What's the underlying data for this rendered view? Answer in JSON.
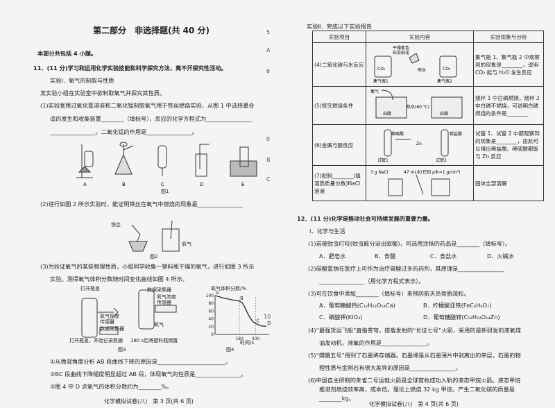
{
  "left": {
    "title": "第二部分　非选择题(共 40 分)",
    "intro": "本部分共包括 4 小题。",
    "q11_head": "11．(11 分)学习和运用化学实验技能和科学探究方法，离不开探究性活动。",
    "exp1": "实验Ⅰ．氧气的制取与性质",
    "exp1_desc": "某实验小组在实验室中欲制取氧气并探究其性质。",
    "q1_a": "(1)实验室用过氧化氢溶液和二氧化锰制取氧气用于铁丝燃烧实验，从图 1 中选择最合",
    "q1_b": "适的发生和收集装置________（填标号），反应的化学方程式为________________",
    "q1_c": "________________。二氧化锰的作用是________________。",
    "fig1_labels": [
      "A",
      "B",
      "C",
      "D",
      "E"
    ],
    "fig1_caption": "图1",
    "q2": "(2)进行如图 2 所示实验时，能证明铁丝在氧气中燃烧的现象是________________",
    "fig2_labels": [
      "铁丝",
      "氧气"
    ],
    "fig2_caption": "图2",
    "q3_a": "(3)为验证氧气的某些物理性质，小组同学收集一塑料瓶干燥的氧气，进行如图 3 所示",
    "q3_b": "实验。测得氧气体积分数随时间变化曲线如图 4 所示。",
    "fig3_labels": [
      "打开瓶盖",
      "氧气探度",
      "传感器",
      "数据采集器",
      "氧气浓度",
      "传感器",
      "氧气",
      "数据采集器"
    ],
    "fig3_captions": [
      "打开瓶盖，开始记录数据",
      "180 s后将塑料瓶倒置"
    ],
    "fig3_caption": "图3",
    "fig4_ylabel": "氧气体积分数/%",
    "fig4_xlabel": "时间/s",
    "fig4_caption": "图4",
    "q3_i": "①从微观角度分析 AB 段曲线下降的原因是________________________。",
    "q3_ii": "②BC 段曲线下降幅度明显超过 AB 段，体现氧气的性质是________________。",
    "q3_iii": "③图 4 中 D 点氧气的体积分数约为________%。",
    "footer": "化学模拟试卷(八)　第 3 页(共 6 页)"
  },
  "chart_data": {
    "type": "line",
    "title": "",
    "ylabel": "氧气体积分数/%",
    "xlabel": "时间/s",
    "yticks": [
      0,
      20,
      40,
      60,
      80,
      100
    ],
    "xticks": [
      180,
      300
    ],
    "ylim": [
      0,
      100
    ],
    "xlim": [
      0,
      400
    ],
    "points": [
      [
        0,
        100
      ],
      [
        30,
        97
      ],
      [
        60,
        94
      ],
      [
        100,
        91
      ],
      [
        140,
        88
      ],
      [
        180,
        86
      ],
      [
        200,
        82
      ],
      [
        220,
        70
      ],
      [
        240,
        55
      ],
      [
        260,
        42
      ],
      [
        280,
        33
      ],
      [
        300,
        28
      ],
      [
        340,
        22
      ],
      [
        380,
        21
      ]
    ],
    "point_labels": [
      "A",
      "B",
      "C",
      "D"
    ],
    "point_label_x": [
      0,
      180,
      300,
      380
    ]
  },
  "right": {
    "exp2": "实验Ⅱ．完成以下实验报告",
    "headers": [
      "实验项目",
      "实验内容",
      "实验现象与分析"
    ],
    "rows": [
      {
        "item": "(4)二氧化碳与水反应",
        "fig_labels": [
          "干燥紫色",
          "石蕊纸花",
          "CO₂",
          "喷水",
          "CO₂",
          "集气瓶1",
          "集气瓶2"
        ],
        "analysis": "集气瓶 1、集气瓶 2 中观察到的现象是________，说明 CO₂ 能与 H₂O 发生反应"
      },
      {
        "item": "(5)探究燃烧条件",
        "fig_labels": [
          "氧气",
          "白磷",
          "热水(60 ℃)",
          "白磷"
        ],
        "analysis": "烧杯 1 中白磷燃烧，烧杯 2 中白磷不燃烧，可说明白磷燃烧的条件是________"
      },
      {
        "item": "(6)金属与酸反应",
        "fig_labels": [
          "稀硫酸",
          "Zn",
          "稀盐酸",
          "试管1",
          "试管2"
        ],
        "analysis": "试管 1、试管 2 中都观察到的现象是________，由此可以得出稀盐酸、稀硫酸都能与 Zn 反应"
      },
      {
        "item": "(7)配制________(填溶质质量分数)NaCl 溶液",
        "fig_labels": [
          "3 g NaCl",
          "47 mL水(已知 ρ水=1 g/cm³)"
        ],
        "analysis": "固体全部溶解"
      }
    ],
    "q12_head": "12．(11 分)化学是推动社会可持续发展的重要力量。",
    "part1": "Ⅰ．化学与生活",
    "q1": "(1)若被蚊虫叮咬(蚊虫能分泌出蚁酸)，可选用涂抹的药品是________（填标号）。",
    "q1_opts": [
      "A．肥皂水",
      "B．食醋",
      "C．食盐水",
      "D．火碱水"
    ],
    "q2_a": "(2)碳酸氢钠在医疗上可作为治疗胃酸过多的药剂，其原理是________________",
    "q2_b": "________________（用化学方程式表示）。",
    "q3": "(3)可在饮食中添加________（填标号）来预防航天员骨质疏松。",
    "q3_opts": [
      "A．葡萄糖酸钙(C₁₂H₂₂O₁₄Ca)",
      "B．柠檬酸亚铁(FeC₆H₆O₇)",
      "C．碘酸钾(KIO₃)",
      "D．葡萄糖酸锌(C₁₂H₂₂O₁₄Zn)"
    ],
    "q4_a": "(4)“最强货运飞船”直指苍穹。搭载发射的“长征七号”火箭，采用的是新研发的液氧煤",
    "q4_b": "油发动机，液氧的作用是________________。",
    "q5_a": "(5)“嫦娥五号”用到了石墨烯存储器。石墨烯是从石墨薄片中剥离出的单层，石墨的物",
    "q5_b": "理性质与金刚石有很大差异的原因是________________。",
    "q6_a": "(6)中国自主研制的朱雀二号运载火箭是全球首枚成功入轨的液态甲烷火箭。液态甲烷",
    "q6_b": "推进剂燃烧效率高，成本低。理论上燃烧 32 kg 甲烷，产生二氧化碳的质量是",
    "q6_c": "________kg。",
    "footer": "化学模拟试卷(八)　第 4 页(共 6 页)"
  },
  "edge_marks": [
    "5",
    "A",
    "6",
    "0",
    "B",
    "C",
    "10"
  ]
}
